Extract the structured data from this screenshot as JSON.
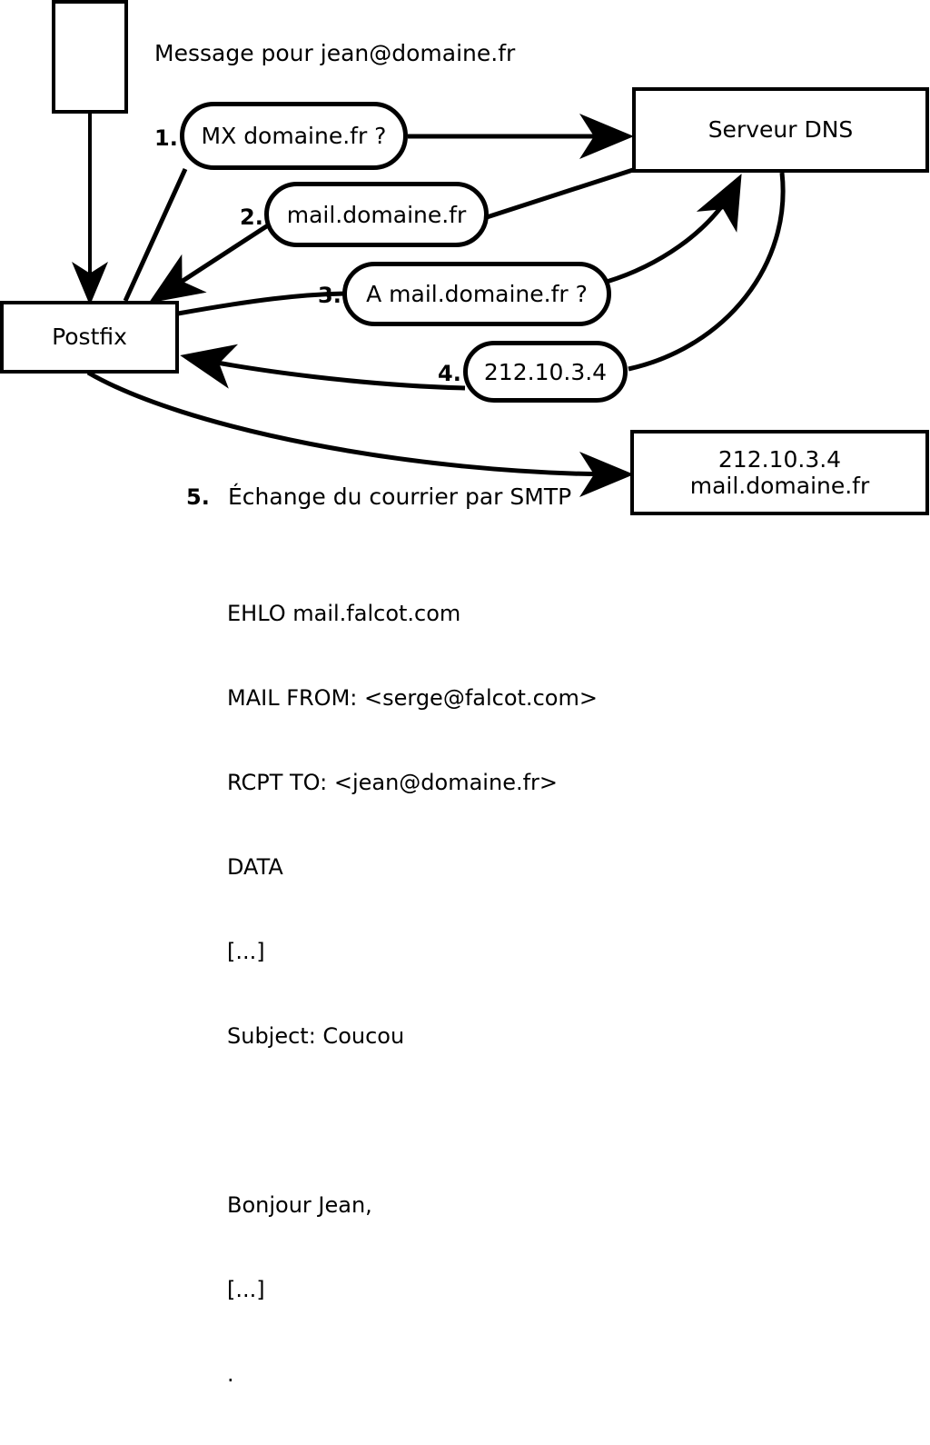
{
  "title_text": "Message pour jean@domaine.fr",
  "nodes": {
    "mua": {
      "label": ""
    },
    "postfix": {
      "label": "Postfix"
    },
    "dns": {
      "label": "Serveur DNS"
    },
    "mailserver": {
      "line1": "212.10.3.4",
      "line2": "mail.domaine.fr"
    }
  },
  "steps": [
    {
      "num": "1.",
      "label": "MX domaine.fr ?"
    },
    {
      "num": "2.",
      "label": "mail.domaine.fr"
    },
    {
      "num": "3.",
      "label": "A mail.domaine.fr ?"
    },
    {
      "num": "4.",
      "label": "212.10.3.4"
    },
    {
      "num": "5.",
      "label": "Échange du courrier par SMTP"
    }
  ],
  "smtp_transcript": [
    "EHLO mail.falcot.com",
    "MAIL FROM: <serge@falcot.com>",
    "RCPT TO: <jean@domaine.fr>",
    "DATA",
    "[...]",
    "Subject: Coucou",
    "",
    "Bonjour Jean,",
    "[...]",
    "."
  ],
  "colors": {
    "stroke": "#000000",
    "background": "#ffffff"
  }
}
